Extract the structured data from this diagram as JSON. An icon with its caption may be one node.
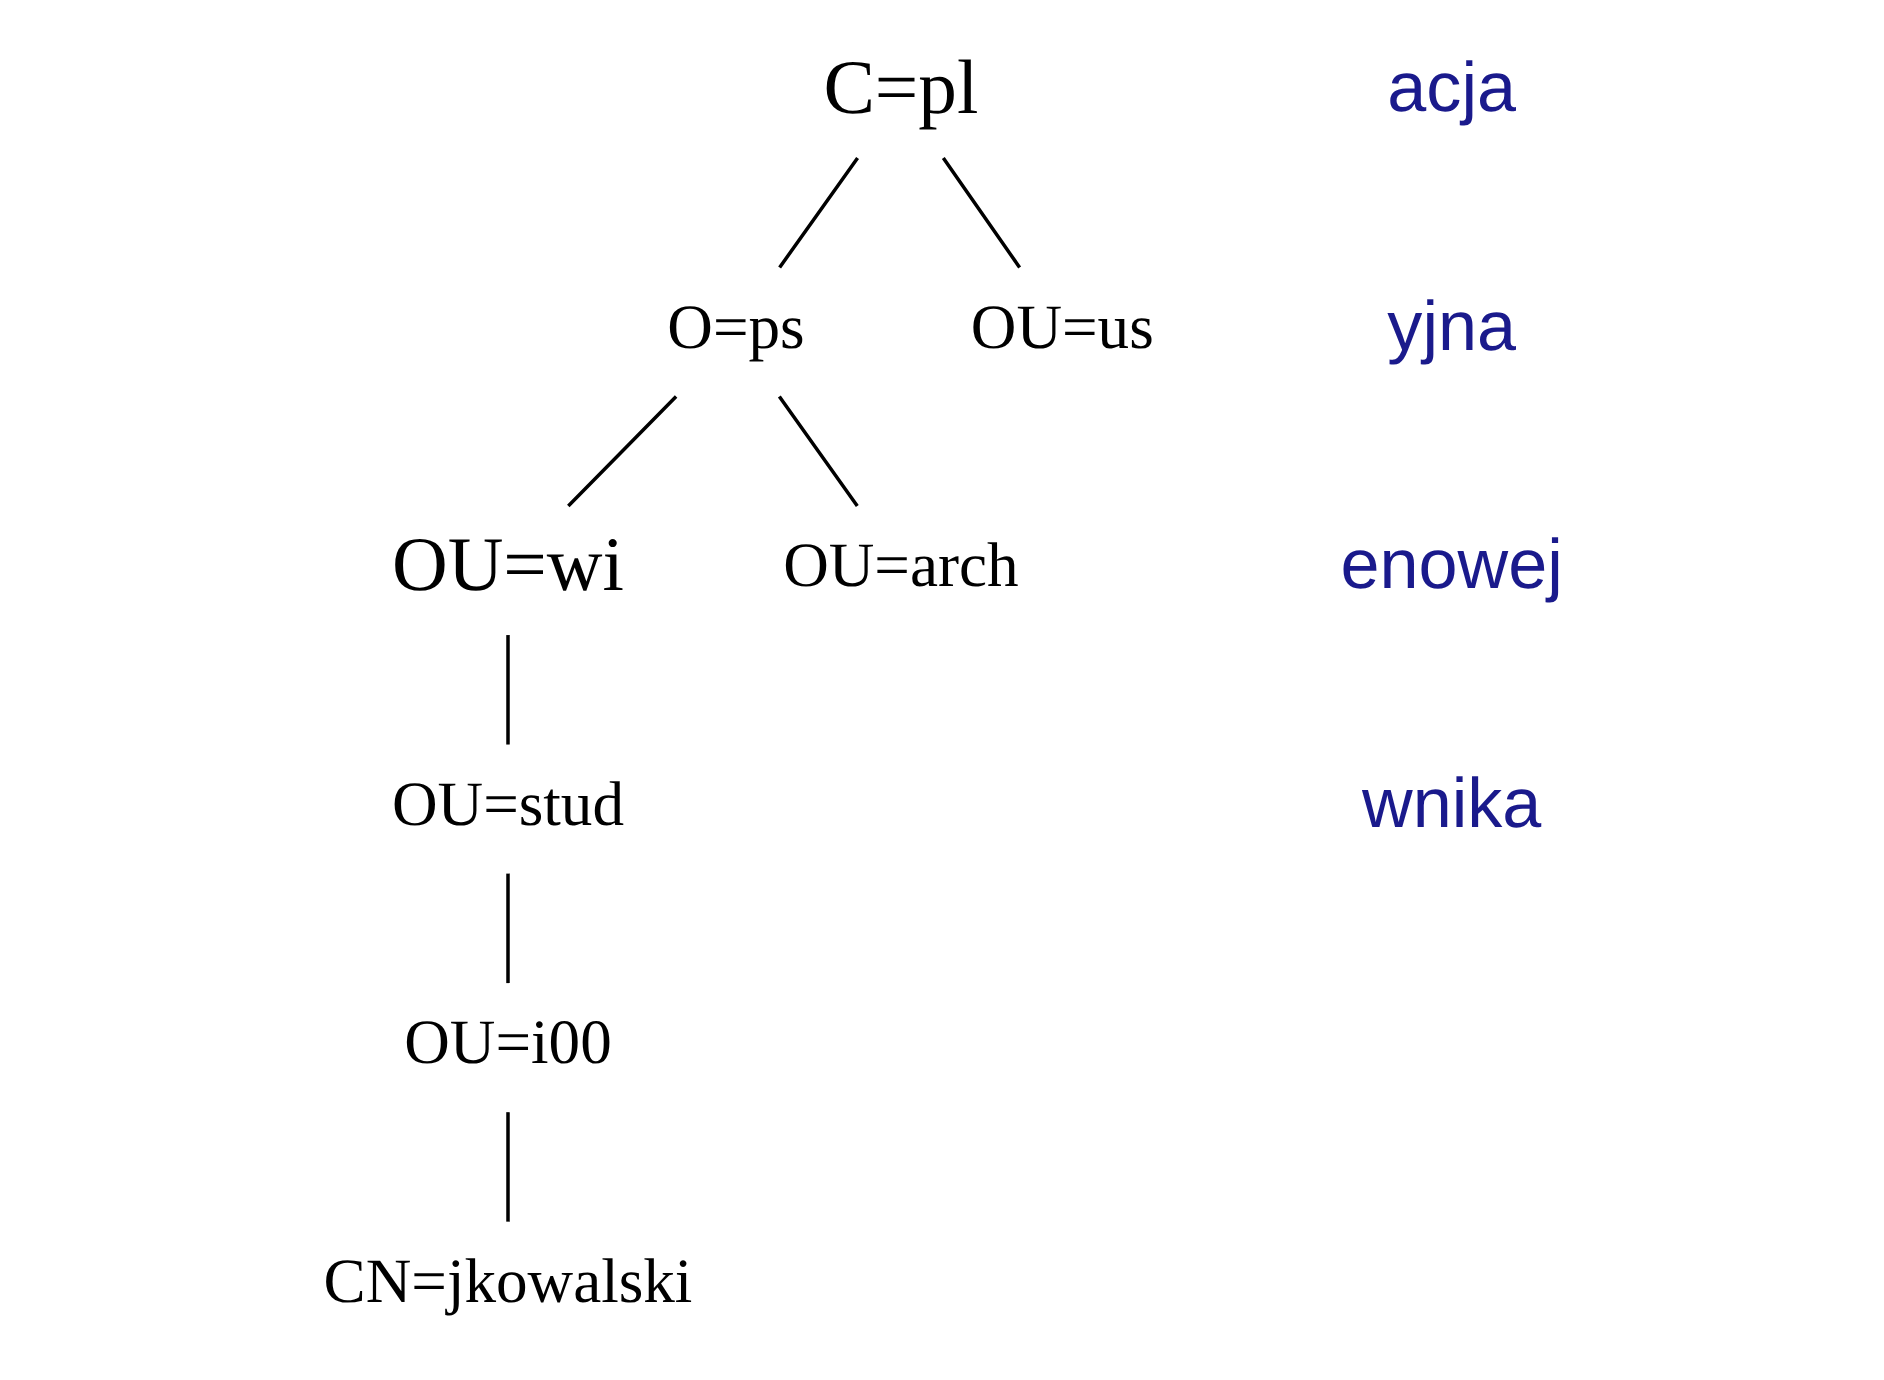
{
  "diagram": {
    "nodes": [
      {
        "text": [
          "C=pl"
        ]
      },
      {
        "text": [
          "O=ps"
        ]
      },
      {
        "text": [
          "OU=us"
        ]
      },
      {
        "text": [
          "OU=wi"
        ]
      },
      {
        "text": [
          "OU=arch"
        ]
      },
      {
        "text": [
          "OU=stud"
        ]
      },
      {
        "text": [
          "OU=i00"
        ]
      },
      {
        "text": [
          "CN=jkowalski"
        ]
      }
    ],
    "edges": [
      {
        "from": 0,
        "to": 1,
        "arrow": "none"
      },
      {
        "from": 0,
        "to": 2,
        "arrow": "none"
      },
      {
        "from": 1,
        "to": 3,
        "arrow": "none"
      },
      {
        "from": 1,
        "to": 4,
        "arrow": "none"
      },
      {
        "from": 3,
        "to": 5,
        "arrow": "none"
      },
      {
        "from": 5,
        "to": 6,
        "arrow": "none"
      },
      {
        "from": 6,
        "to": 7,
        "arrow": "none"
      }
    ],
    "labels": [
      "acja",
      "yjna",
      "enowej",
      "wnika"
    ]
  }
}
